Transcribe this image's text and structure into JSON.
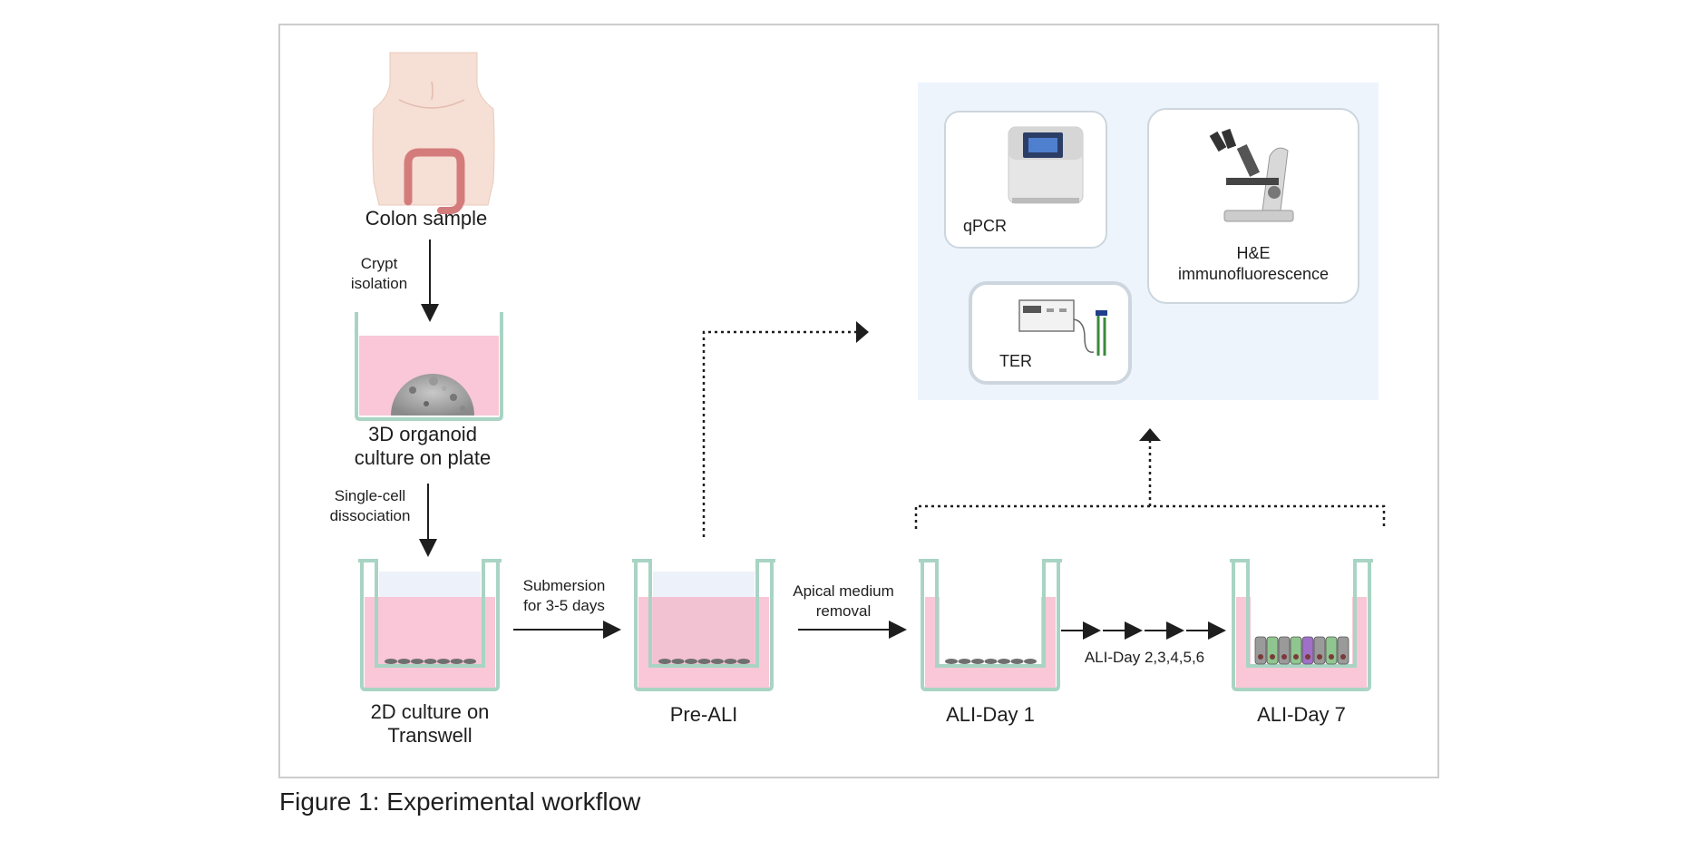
{
  "samples": {
    "colon": "Colon sample",
    "organoid_line1": "3D organoid",
    "organoid_line2": "culture on plate",
    "culture2d_line1": "2D culture on",
    "culture2d_line2": "Transwell",
    "pre_ali": "Pre-ALI",
    "ali_day1": "ALI-Day 1",
    "ali_day7": "ALI-Day 7"
  },
  "steps": {
    "crypt_line1": "Crypt",
    "crypt_line2": "isolation",
    "single_line1": "Single-cell",
    "single_line2": "dissociation",
    "submersion_line1": "Submersion",
    "submersion_line2": "for 3-5 days",
    "apical_line1": "Apical medium",
    "apical_line2": "removal",
    "ali_days": "ALI-Day 2,3,4,5,6"
  },
  "assays": {
    "qpcr": "qPCR",
    "he_line1": "H&E",
    "he_line2": "immunofluorescence",
    "ter": "TER"
  },
  "caption": "Figure 1: Experimental workflow",
  "colors": {
    "medium": "#f9c7d7",
    "well_outline": "#a9d4c4",
    "assay_panel": "#edf4fc",
    "frame": "#cccccc"
  }
}
